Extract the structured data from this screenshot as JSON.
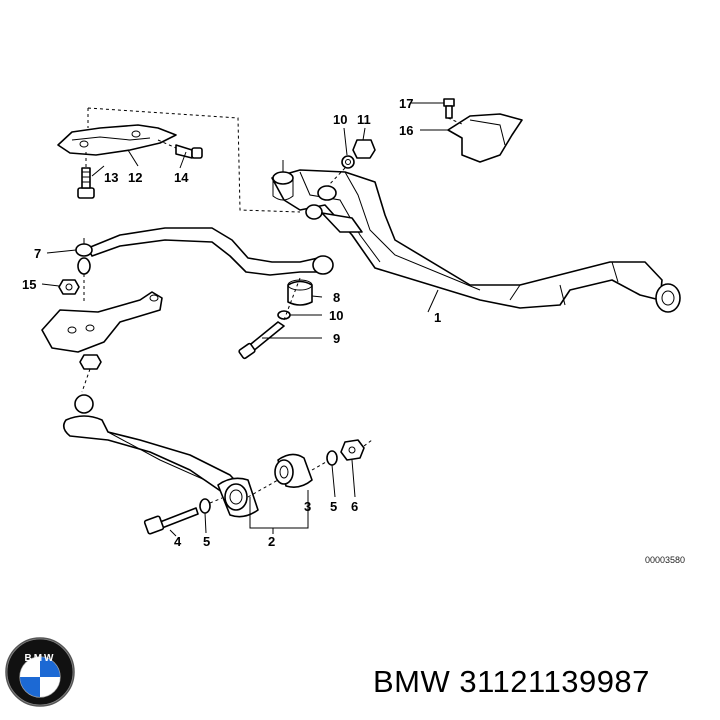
{
  "callouts": {
    "c1": "1",
    "c2": "2",
    "c3": "3",
    "c4": "4",
    "c5a": "5",
    "c5b": "5",
    "c6": "6",
    "c7": "7",
    "c8": "8",
    "c9": "9",
    "c10a": "10",
    "c10b": "10",
    "c11": "11",
    "c12": "12",
    "c13": "13",
    "c14": "14",
    "c15": "15",
    "c16": "16",
    "c17": "17"
  },
  "drawing_code": "00003580",
  "logo": {
    "text": "BMW",
    "colors": {
      "ring": "#111111",
      "blue": "#1c69d4",
      "white": "#ffffff"
    }
  },
  "caption": "BMW 31121139987"
}
